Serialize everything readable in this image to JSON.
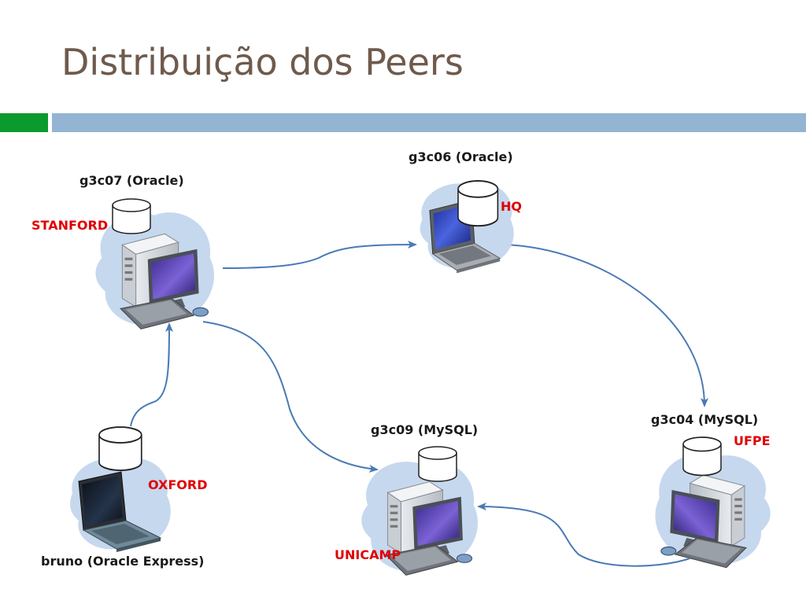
{
  "title": "Distribuição dos Peers",
  "colors": {
    "title": "#6f5a4c",
    "accent_green": "#0a9a2e",
    "accent_blue": "#93b4d2",
    "arrow": "#4a7ab5",
    "site_label": "#e00000"
  },
  "nodes": {
    "g3c07": {
      "name": "g3c07 (Oracle)",
      "site": "STANFORD",
      "kind": "desktop",
      "icon": "desktop-computer-icon"
    },
    "g3c06": {
      "name": "g3c06 (Oracle)",
      "site": "HQ",
      "kind": "laptop",
      "icon": "laptop-icon"
    },
    "bruno": {
      "name": "bruno (Oracle Express)",
      "site": "OXFORD",
      "kind": "laptop",
      "icon": "laptop-icon"
    },
    "g3c09": {
      "name": "g3c09 (MySQL)",
      "site": "UNICAMP",
      "kind": "desktop",
      "icon": "desktop-computer-icon"
    },
    "g3c04": {
      "name": "g3c04 (MySQL)",
      "site": "UFPE",
      "kind": "desktop",
      "icon": "desktop-computer-icon"
    }
  },
  "edges": [
    {
      "from": "g3c07",
      "to": "g3c06"
    },
    {
      "from": "g3c06",
      "to": "g3c04"
    },
    {
      "from": "g3c04",
      "to": "g3c09"
    },
    {
      "from": "g3c07",
      "to": "g3c09"
    },
    {
      "from": "bruno",
      "to": "g3c07"
    }
  ]
}
